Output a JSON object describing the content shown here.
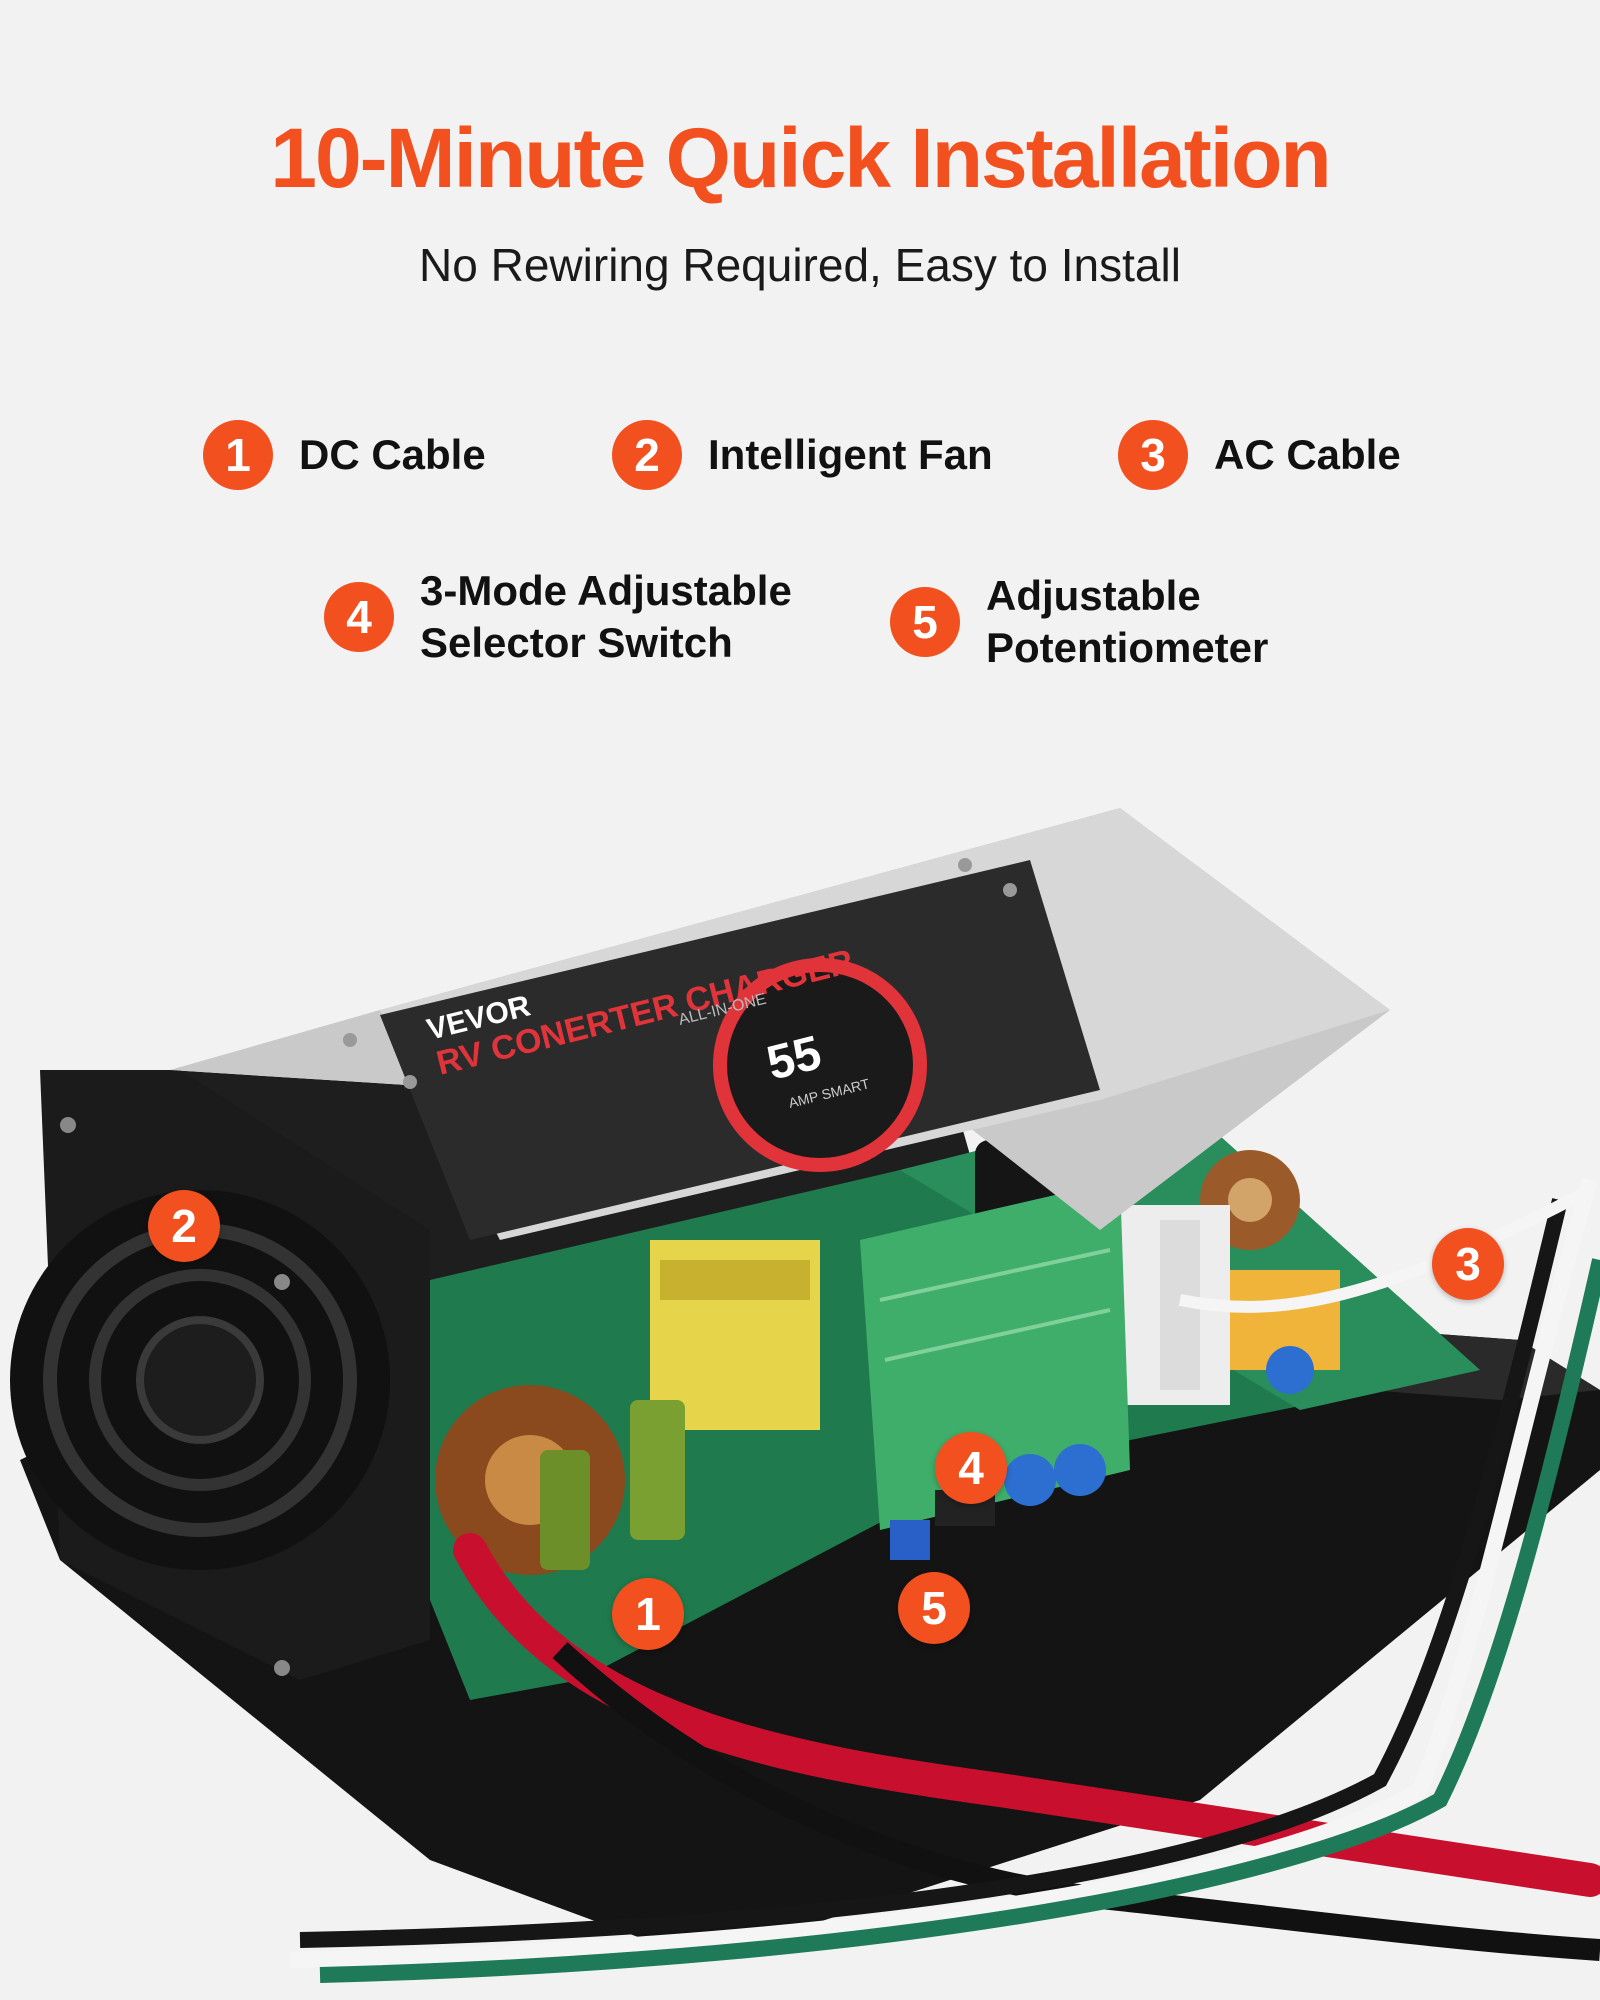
{
  "header": {
    "title": "10-Minute Quick Installation",
    "subtitle": "No Rewiring Required, Easy to Install"
  },
  "features": [
    {
      "number": "1",
      "label": "DC Cable"
    },
    {
      "number": "2",
      "label": "Intelligent Fan"
    },
    {
      "number": "3",
      "label": "AC Cable"
    },
    {
      "number": "4",
      "label": "3-Mode Adjustable\nSelector Switch"
    },
    {
      "number": "5",
      "label": "Adjustable\nPotentiometer"
    }
  ],
  "product": {
    "brand": "VEVOR",
    "name": "RV CONERTER CHARGER",
    "tagline": "ALL-IN-ONE",
    "amps": "55",
    "amps_label": "AMP SMART"
  },
  "callouts": [
    "1",
    "2",
    "3",
    "4",
    "5"
  ],
  "colors": {
    "accent": "#f2511f",
    "background": "#f2f2f2",
    "text": "#111111"
  }
}
